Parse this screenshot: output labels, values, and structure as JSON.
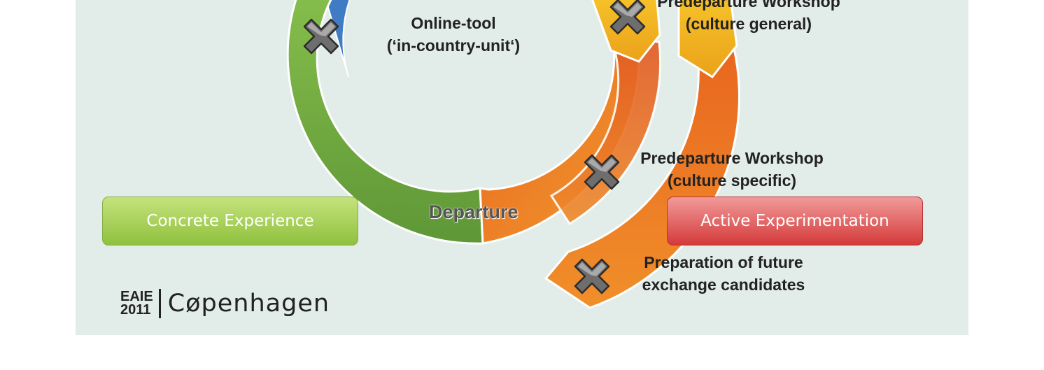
{
  "labels": {
    "online_tool": [
      "Online-tool",
      "(‘in-country-unit‘)"
    ],
    "workshop_general": [
      "Predeparture Workshop",
      "(culture general)"
    ],
    "workshop_specific": [
      "Predeparture Workshop",
      "(culture specific)"
    ],
    "preparation": [
      "Preparation of future",
      "exchange candidates"
    ],
    "departure": "Departure"
  },
  "buttons": {
    "concrete": "Concrete Experience",
    "active": "Active Experimentation"
  },
  "logo": {
    "line1": "EAIE",
    "line2": "2011",
    "city": "Cøpenhagen"
  },
  "colors": {
    "green": "#6fa842",
    "orange": "#e8751f",
    "red_orange": "#dc5022",
    "yellow": "#f0b51d",
    "blue": "#3f7cc4",
    "background": "#e2ece9",
    "concrete_button": "#a8d05a",
    "active_button": "#e05555"
  },
  "icons": [
    "x-mark-icon"
  ]
}
